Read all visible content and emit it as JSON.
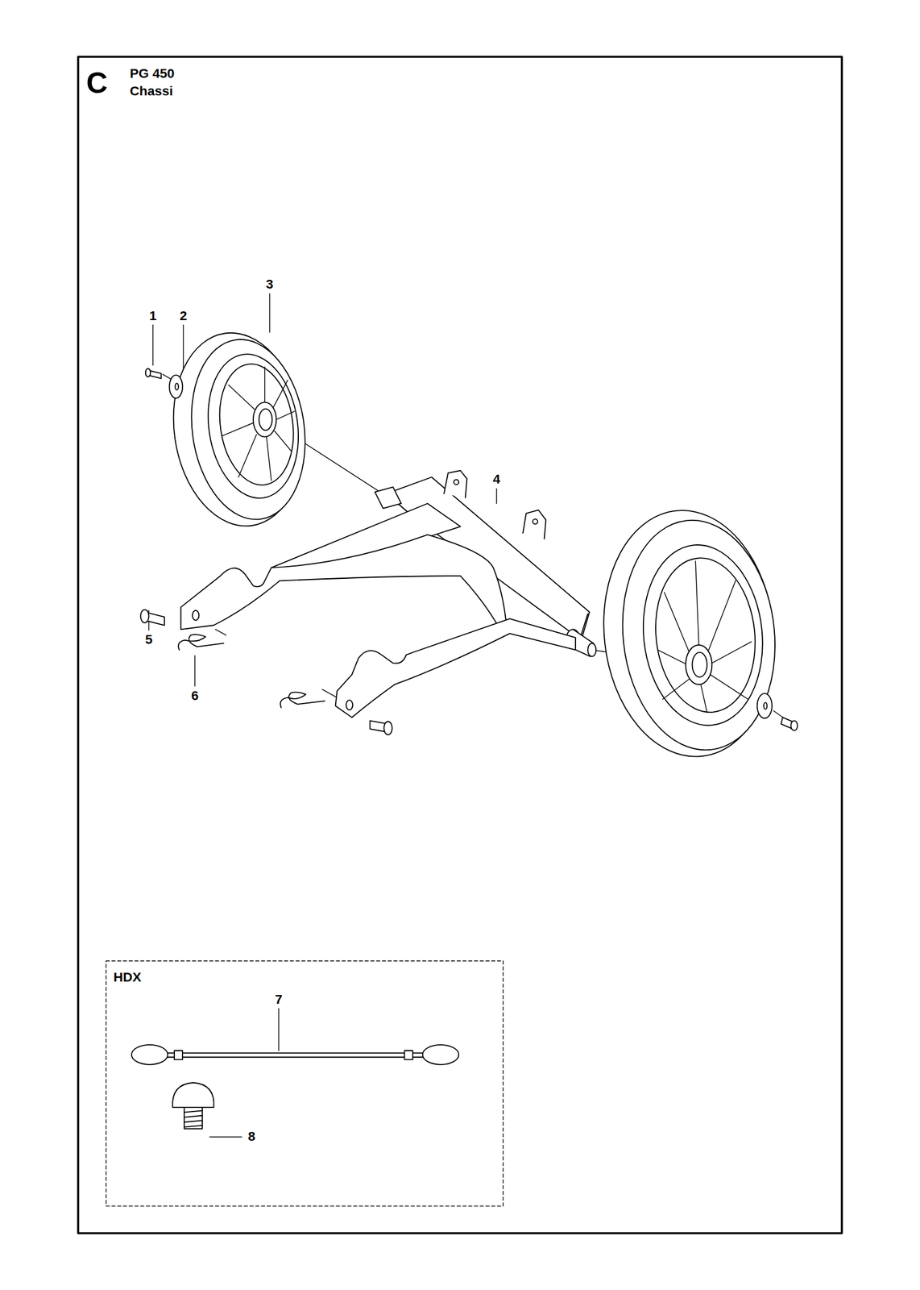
{
  "diagram": {
    "labels": [
      "C",
      "PG 450",
      "Chassi",
      "3",
      "1",
      "2",
      "4",
      "5",
      "6",
      "HDX",
      "7",
      "8"
    ]
  }
}
